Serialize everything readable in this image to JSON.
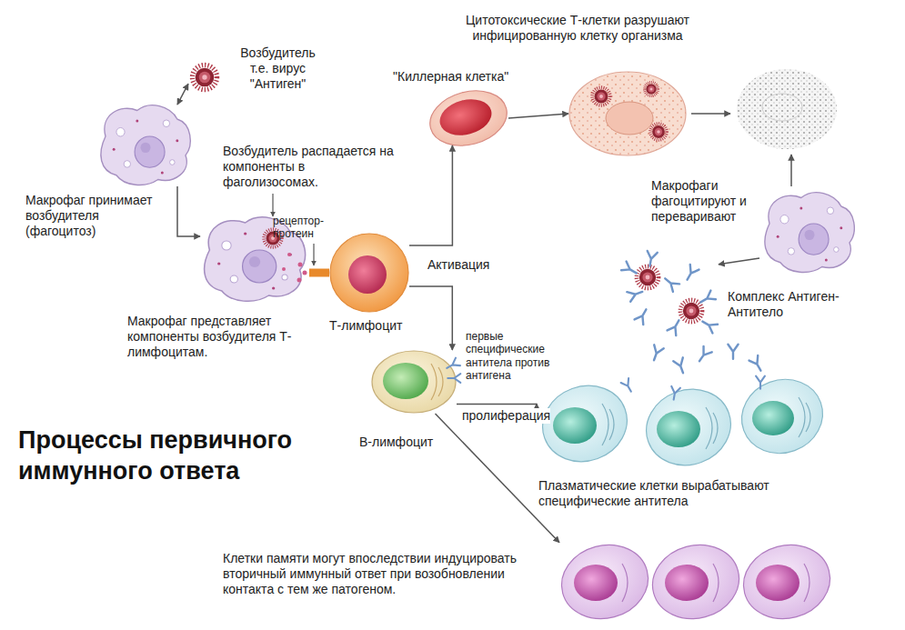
{
  "diagram": {
    "title": "Процессы первичного иммунного ответа",
    "nodes": [
      {
        "text": [
          "Возбудитель т.е. вирус \"Антиген\""
        ]
      },
      {
        "text": [
          "Макрофаг принимает возбудителя (фагоцитоз)"
        ]
      },
      {
        "text": [
          "Возбудитель распадается на компоненты в фаголизосомах.",
          "Макрофаг представляет компоненты возбудителя Т-лимфоцитам."
        ]
      },
      {
        "text": [
          "Т-лимфоцит"
        ]
      },
      {
        "text": [
          "\"Киллерная клетка\""
        ]
      },
      {
        "text": [
          "Цитотоксические Т-клетки разрушают инфицированную клетку организма"
        ]
      },
      {
        "text": [
          "Макрофаги фагоцитируют и переваривают"
        ]
      },
      {
        "text": [
          "Комплекс Антиген-Антитело"
        ]
      },
      {
        "text": [
          "В-лимфоцит",
          "первые специфические антитела против антигена"
        ]
      },
      {
        "text": [
          "Плазматические клетки вырабатывают специфические антитела"
        ]
      },
      {
        "text": [
          "Клетки памяти могут впоследствии индуцировать вторичный иммунный ответ при возобновлении контакта с тем же патогеном."
        ]
      }
    ],
    "edges": [
      {
        "from": 1,
        "to": 0,
        "arrow": "both"
      },
      {
        "from": 1,
        "to": 2,
        "arrow": "to"
      },
      {
        "from": 2,
        "to": 3,
        "arrow": "none"
      },
      {
        "from": 3,
        "to": 4,
        "arrow": "to"
      },
      {
        "from": 3,
        "to": 8,
        "arrow": "to"
      },
      {
        "from": 4,
        "to": 5,
        "arrow": "to"
      },
      {
        "from": 6,
        "to": 7,
        "arrow": "to"
      },
      {
        "from": 8,
        "to": 9,
        "label": "пролиферация",
        "arrow": "to"
      },
      {
        "from": 8,
        "to": 10,
        "arrow": "to"
      }
    ],
    "labels": [
      "рецептор-протеин",
      "Активация"
    ]
  }
}
